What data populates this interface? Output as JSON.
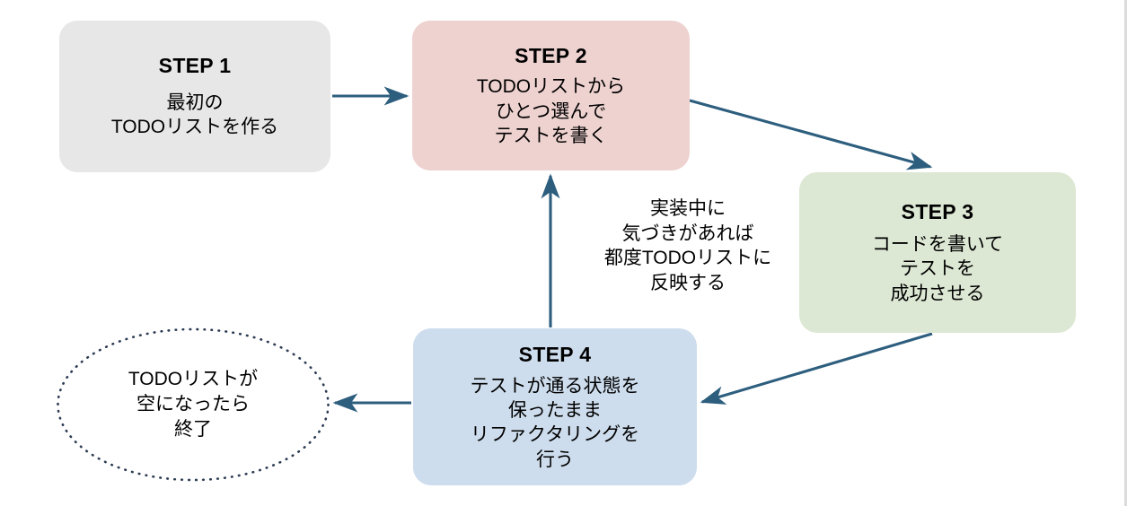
{
  "diagram": {
    "title": "TDD cycle flowchart",
    "colors": {
      "step1_fill": "#e7e7e7",
      "step2_fill": "#eed2d0",
      "step3_fill": "#dde8d4",
      "step4_fill": "#cedded",
      "arrow": "#2d5e7e",
      "text": "#000000",
      "canvas": "#ffffff"
    },
    "nodes": {
      "step1": {
        "title": "STEP 1",
        "body": "最初の\nTODOリストを作る"
      },
      "step2": {
        "title": "STEP 2",
        "body": "TODOリストから\nひとつ選んで\nテストを書く"
      },
      "step3": {
        "title": "STEP 3",
        "body": "コードを書いて\nテストを\n成功させる"
      },
      "step4": {
        "title": "STEP 4",
        "body": "テストが通る状態を\n保ったまま\nリファクタリングを\n行う"
      },
      "end": {
        "body": "TODOリストが\n空になったら\n終了"
      }
    },
    "annotation": {
      "text": "実装中に\n気づきがあれば\n都度TODOリストに\n反映する"
    },
    "connectors": [
      {
        "name": "step1-to-step2",
        "from": "step1",
        "to": "step2",
        "direction": "right"
      },
      {
        "name": "step2-to-step3",
        "from": "step2",
        "to": "step3",
        "direction": "down-right"
      },
      {
        "name": "step3-to-step4",
        "from": "step3",
        "to": "step4",
        "direction": "down-left"
      },
      {
        "name": "step4-to-end",
        "from": "step4",
        "to": "end",
        "direction": "left"
      },
      {
        "name": "step4-to-step2",
        "from": "step4",
        "to": "step2",
        "direction": "up"
      }
    ]
  }
}
